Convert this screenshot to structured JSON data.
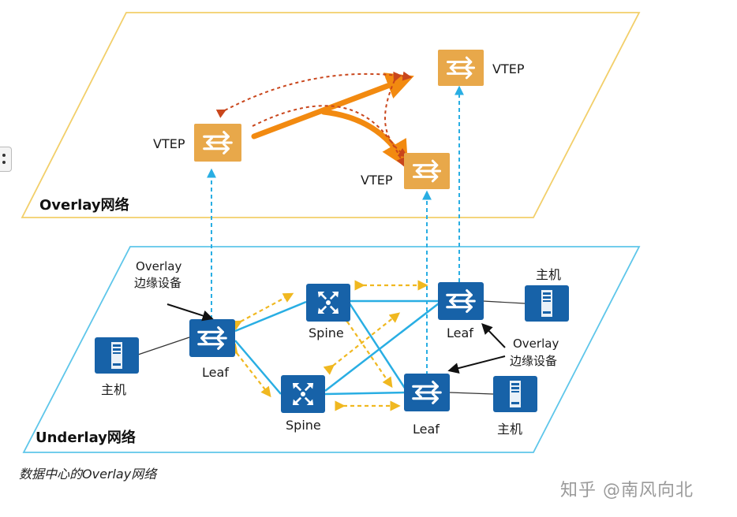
{
  "overlay": {
    "title": "Overlay网络",
    "vteps": [
      {
        "label": "VTEP"
      },
      {
        "label": "VTEP"
      },
      {
        "label": "VTEP"
      }
    ]
  },
  "underlay": {
    "title": "Underlay网络",
    "spines": [
      {
        "label": "Spine"
      },
      {
        "label": "Spine"
      }
    ],
    "leaves": [
      {
        "label": "Leaf"
      },
      {
        "label": "Leaf"
      },
      {
        "label": "Leaf"
      }
    ],
    "hosts": [
      {
        "label": "主机"
      },
      {
        "label": "主机"
      },
      {
        "label": "主机"
      }
    ],
    "edge_device_callouts": [
      {
        "line1": "Overlay",
        "line2": "边缘设备"
      },
      {
        "line1": "Overlay",
        "line2": "边缘设备"
      }
    ]
  },
  "caption": "数据中心的Overlay网络",
  "watermark": "知乎 @南风向北",
  "colors": {
    "overlay_border": "#f2cf6a",
    "underlay_border": "#5ec6ea",
    "vtep_fill": "#e8a84a",
    "device_fill": "#1762a8",
    "link": "#29aee3",
    "dashed_yellow": "#f0b820",
    "tunnel_orange": "#f28a10",
    "tunnel_dashed": "#c9461c"
  },
  "icons": {
    "vtep": "switch-arrows-icon",
    "leaf": "switch-arrows-icon",
    "spine": "router-arrows-icon",
    "host": "server-icon"
  }
}
